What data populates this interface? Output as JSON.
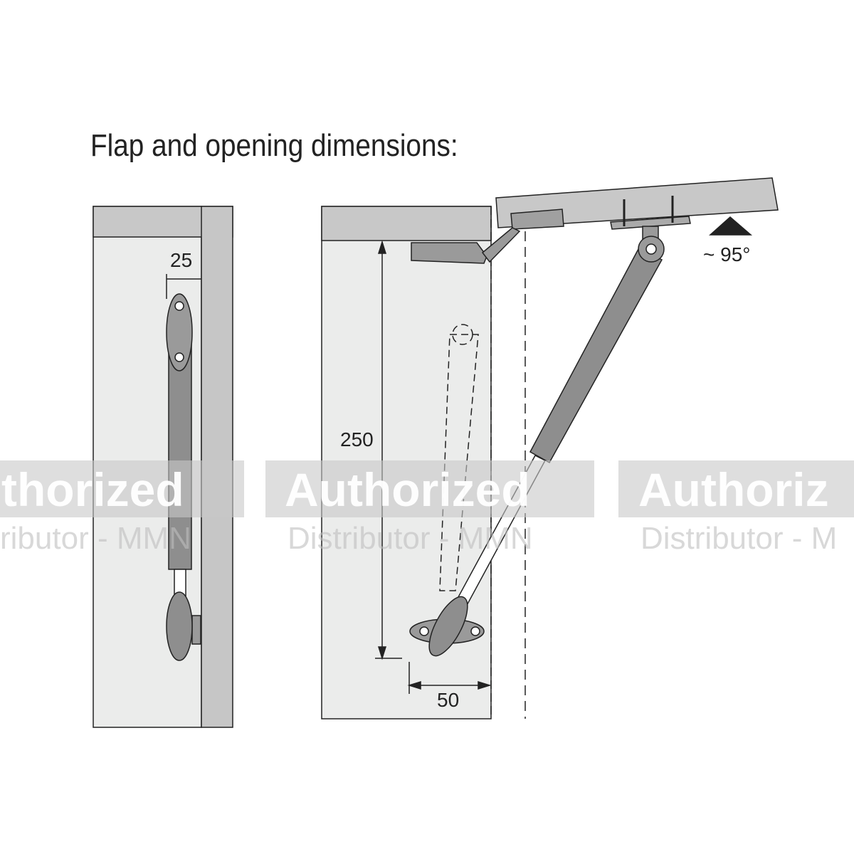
{
  "title": "Flap and opening dimensions:",
  "dimensions": {
    "side_offset": "25",
    "height": "250",
    "depth": "50",
    "angle": "~ 95°"
  },
  "watermark": {
    "line1_partial": "thorized",
    "line1": "Authorized",
    "line1_cut": "Authoriz",
    "line2_partial": "ributor - MMN",
    "line2": "Distributor - MMN",
    "line2_cut": "Distributor - M"
  }
}
